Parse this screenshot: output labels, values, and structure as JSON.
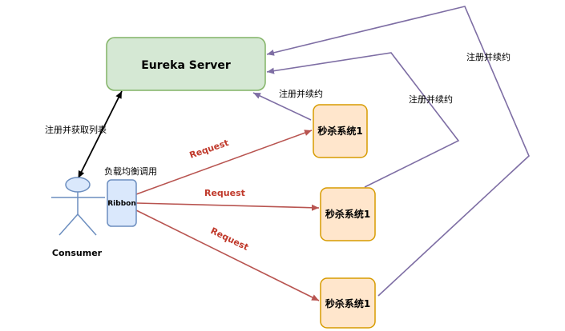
{
  "server": {
    "label": "Eureka Server"
  },
  "consumer": {
    "label": "Consumer"
  },
  "ribbon": {
    "label": "Ribbon",
    "caption": "负载均衡调用"
  },
  "services": [
    {
      "label": "秒杀系统1"
    },
    {
      "label": "秒杀系统1"
    },
    {
      "label": "秒杀系统1"
    }
  ],
  "edges": {
    "consumer_server": "注册并获取列表",
    "register_1": "注册并续约",
    "register_2": "注册并续约",
    "register_3": "注册并续约",
    "request_1": "Request",
    "request_2": "Request",
    "request_3": "Request"
  },
  "colors": {
    "server_fill": "#d5e8d4",
    "server_stroke": "#82b366",
    "service_fill": "#ffe6cc",
    "service_stroke": "#d79b00",
    "ribbon_fill": "#dae8fc",
    "ribbon_stroke": "#6c8ebf",
    "register_line": "#7e6ea4",
    "request_line": "#b85450"
  }
}
